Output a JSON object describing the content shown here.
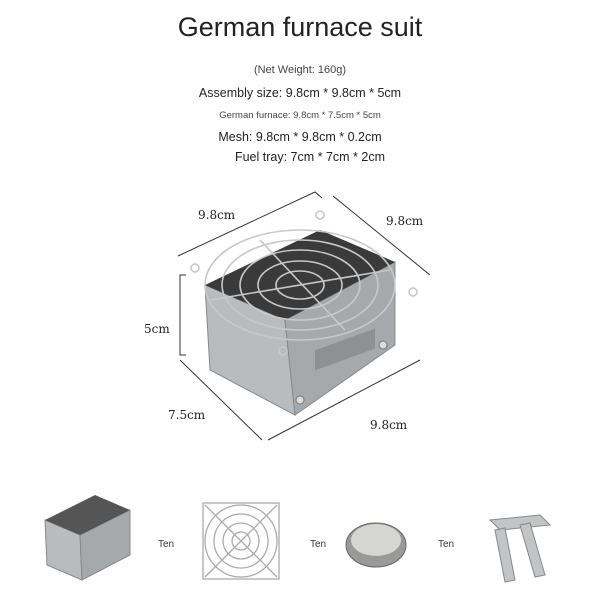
{
  "title": "German furnace suit",
  "specs": {
    "net_weight": "(Net Weight: 160g)",
    "assembly": "Assembly size: 9.8cm * 9.8cm * 5cm",
    "furnace": "German furnace: 9.8cm * 7.5cm * 5cm",
    "mesh": "Mesh: 9.8cm * 9.8cm * 0.2cm",
    "fuel_tray": "Fuel tray: 7cm * 7cm * 2cm"
  },
  "dimensions": {
    "top_left": "9.8cm",
    "top_right": "9.8cm",
    "height": "5cm",
    "bottom_left": "7.5cm",
    "bottom_right": "9.8cm"
  },
  "parts": [
    {
      "label": "Ten"
    },
    {
      "label": "Ten"
    },
    {
      "label": "Ten"
    }
  ]
}
